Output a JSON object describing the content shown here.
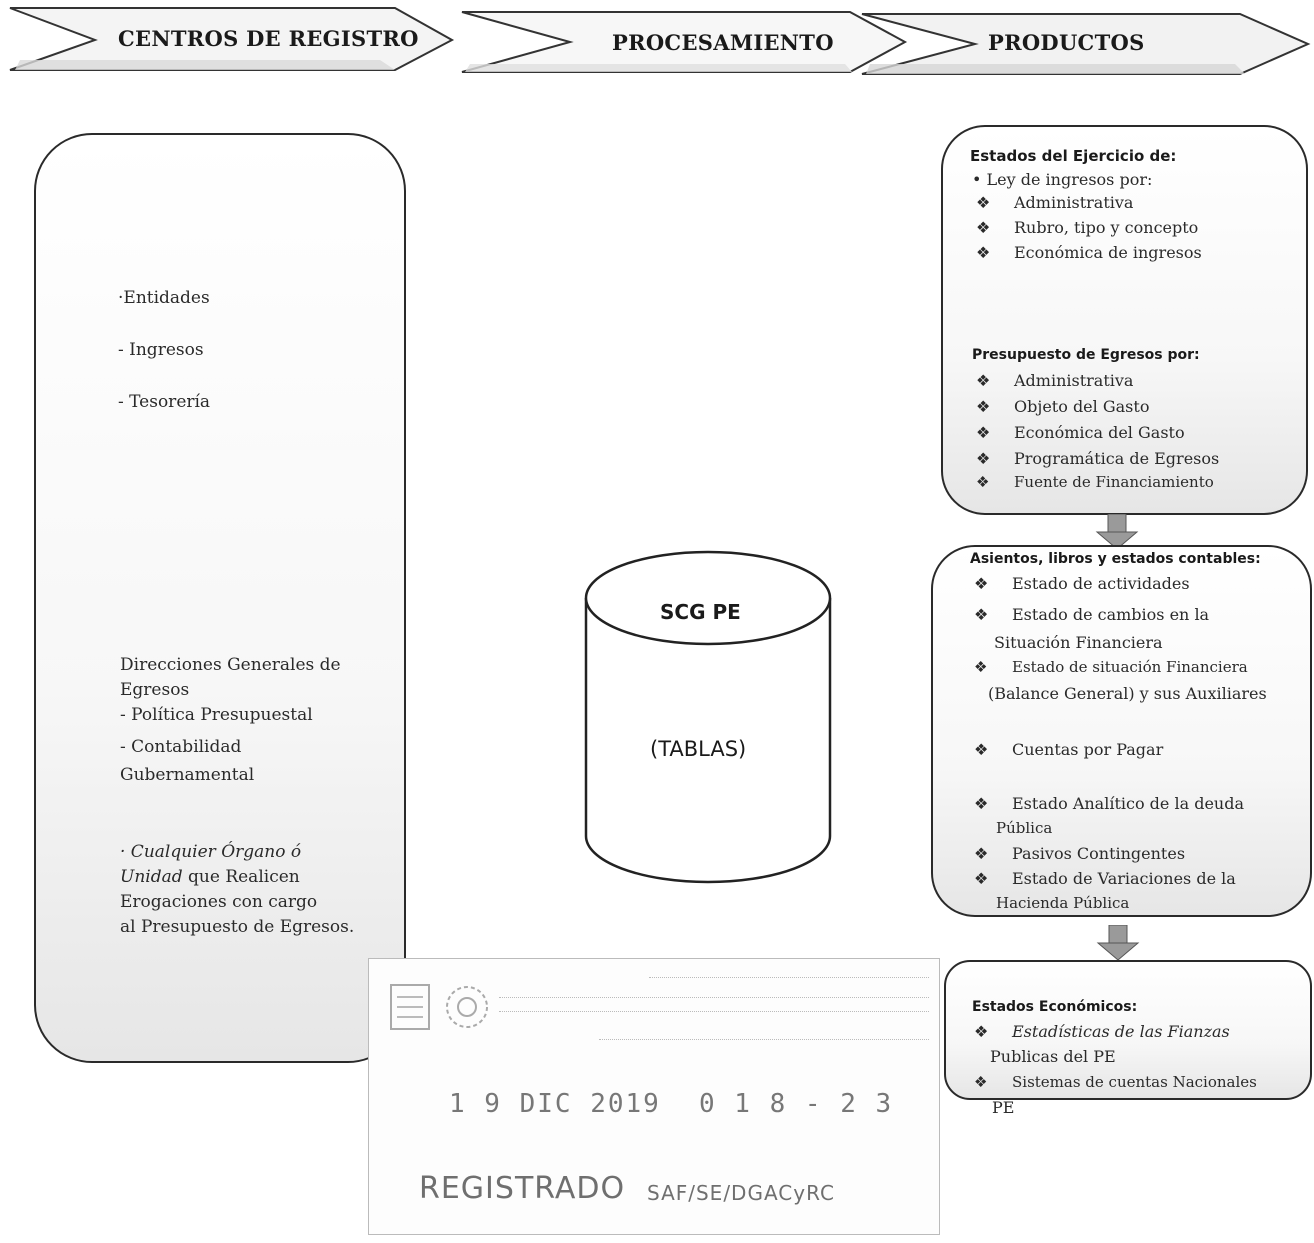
{
  "header": {
    "step1": "CENTROS DE REGISTRO",
    "step2": "PROCESAMIENTO",
    "step3": "PRODUCTOS"
  },
  "left_box": {
    "top_items": [
      "·Entidades",
      "- Ingresos",
      "- Tesorería"
    ],
    "direcciones_line1": "Direcciones Generales de",
    "direcciones_line2": "Egresos",
    "politica": "- Política Presupuestal",
    "contabilidad_line1": "- Contabilidad",
    "contabilidad_line2": "Gubernamental",
    "cualquier_italic": "· Cualquier Órgano ó",
    "unidad_italic": "Unidad",
    "que_realicen": " que Realicen",
    "erogaciones": "Erogaciones con cargo",
    "presupuesto": "al Presupuesto de Egresos."
  },
  "database": {
    "name": "SCG PE",
    "subtitle": "(TABLAS)"
  },
  "box1": {
    "title": "Estados del Ejercicio de:",
    "ley": "• Ley de ingresos por:",
    "ley_items": [
      "Administrativa",
      "Rubro, tipo y concepto",
      "Económica de ingresos"
    ],
    "presupuesto_title": "Presupuesto de Egresos por:",
    "presupuesto_items": [
      "Administrativa",
      "Objeto del Gasto",
      "Económica del Gasto",
      "Programática de Egresos",
      "Fuente de Financiamiento"
    ]
  },
  "box2": {
    "title": "Asientos, libros y estados contables:",
    "i1": "Estado de actividades",
    "i2a": "Estado de cambios en la",
    "i2b": "Situación Financiera",
    "i3a": "Estado de situación Financiera",
    "i3b": "(Balance General) y sus Auxiliares",
    "i4": "Cuentas por Pagar",
    "i5a": "Estado Analítico de la deuda",
    "i5b": "Pública",
    "i6": "Pasivos Contingentes",
    "i7a": "Estado de Variaciones de la",
    "i7b": "Hacienda Pública"
  },
  "box3": {
    "title": "Estados Económicos:",
    "i1a": "Estadísticas de las Fianzas",
    "i1b": "Publicas del PE",
    "i2a": "Sistemas de cuentas Nacionales",
    "i2b": "PE"
  },
  "stamp": {
    "date": "1 9 DIC 2019",
    "folio": "0 1 8 - 2 3",
    "registrado": "REGISTRADO",
    "office": "SAF/SE/DGACyRC"
  },
  "bullet_glyph": "❖"
}
